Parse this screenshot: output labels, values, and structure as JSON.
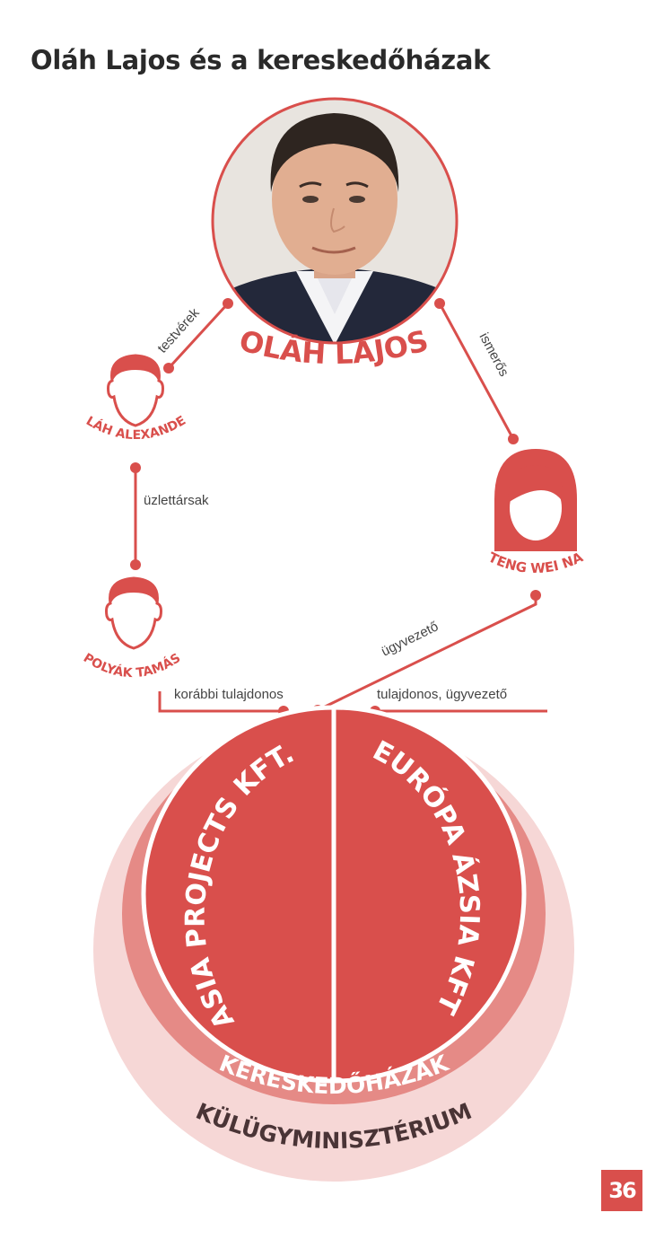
{
  "title": "Oláh Lajos és a kereskedőházak",
  "page_number": "36",
  "colors": {
    "accent": "#d94f4c",
    "mid": "#e58a86",
    "light": "#f6d7d6",
    "text": "#2a2a2a"
  },
  "people": {
    "main": {
      "name": "OLÁH LAJOS",
      "icon": "portrait-photo"
    },
    "brother": {
      "name": "OLÁH ALEXANDER",
      "icon": "man-icon"
    },
    "partner": {
      "name": "POLYÁK TAMÁS",
      "icon": "man-icon"
    },
    "acquaintance": {
      "name": "TENG WEI NA",
      "icon": "woman-icon"
    }
  },
  "relations": {
    "siblings": "testvérek",
    "acquaintance": "ismerős",
    "business_partners": "üzlettársak",
    "managing_director": "ügyvezető",
    "former_owner": "korábbi tulajdonos",
    "owner_director": "tulajdonos, ügyvezető"
  },
  "companies": {
    "left": "ASIA PROJECTS KFT.",
    "right": "EURÓPA ÁZSIA KFT."
  },
  "rings": {
    "inner": "KERESKEDŐHÁZAK",
    "outer": "KÜLÜGYMINISZTÉRIUM"
  }
}
